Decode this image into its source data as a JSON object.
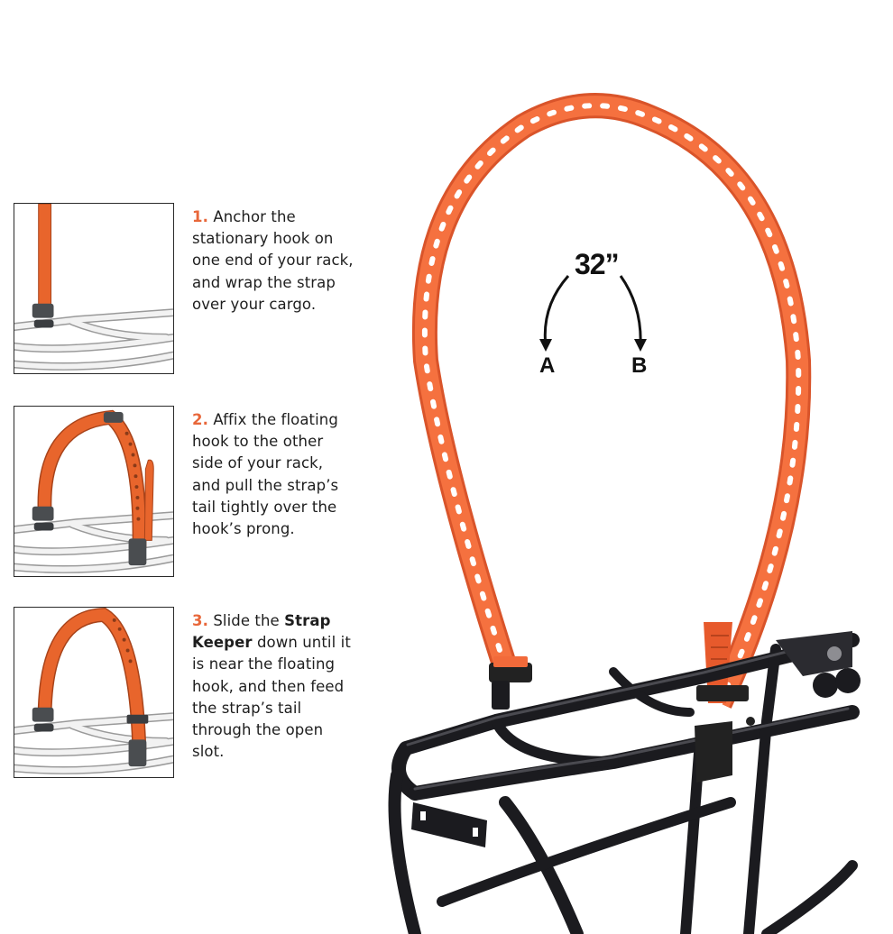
{
  "figure": {
    "accent_color": "#e8673a",
    "strap_color": "#f26a3a",
    "rack_color": "#1b1b1f",
    "steps": [
      {
        "number": "1.",
        "lines": [
          "Anchor the",
          "stationary hook on",
          "one end of your rack,",
          "and wrap the strap",
          "over your cargo."
        ]
      },
      {
        "number": "2.",
        "lines": [
          "Affix the floating",
          "hook to the other",
          "side of your rack,",
          "and pull the strap’s",
          "tail tightly over the",
          "hook’s prong."
        ]
      },
      {
        "number": "3.",
        "prefix": "Slide the ",
        "bold1": "Strap",
        "bold2": "Keeper",
        "line2_rest": " down until it",
        "lines": [
          "is near the floating",
          "hook, and then feed",
          "the strap’s tail",
          "through the open",
          "slot."
        ]
      }
    ],
    "measurement": {
      "length_label": "32”",
      "point_a": "A",
      "point_b": "B"
    }
  }
}
